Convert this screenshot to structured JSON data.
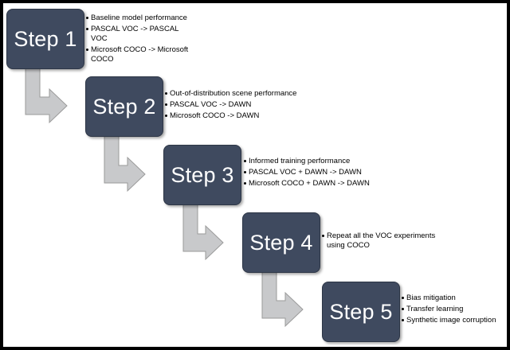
{
  "colors": {
    "box_fill": "#3f4a5f",
    "arrow_fill": "#c8c9cb",
    "arrow_stroke": "#9a9a9a",
    "background": "#ffffff",
    "frame": "#000000"
  },
  "steps": [
    {
      "label": "Step 1",
      "bullets": [
        "Baseline model performance",
        "PASCAL VOC -> PASCAL VOC",
        "Microsoft COCO -> Microsoft COCO"
      ]
    },
    {
      "label": "Step 2",
      "bullets": [
        "Out-of-distribution scene performance",
        "PASCAL VOC -> DAWN",
        "Microsoft COCO -> DAWN"
      ]
    },
    {
      "label": "Step 3",
      "bullets": [
        "Informed training performance",
        "PASCAL VOC + DAWN -> DAWN",
        "Microsoft COCO + DAWN -> DAWN"
      ]
    },
    {
      "label": "Step 4",
      "bullets": [
        "Repeat all the VOC experiments using COCO"
      ]
    },
    {
      "label": "Step 5",
      "bullets": [
        "Bias mitigation",
        "Transfer learning",
        "Synthetic image corruption"
      ]
    }
  ]
}
